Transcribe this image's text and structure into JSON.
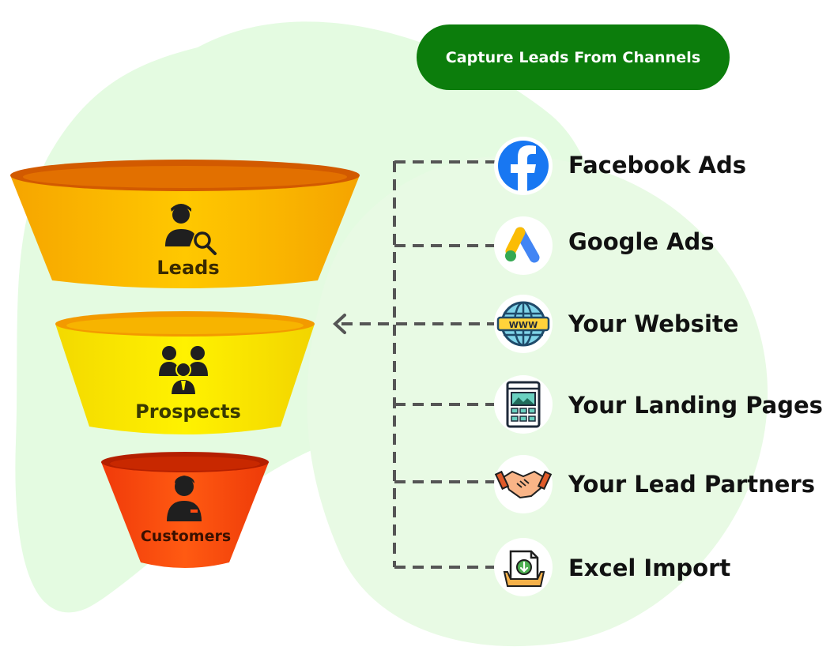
{
  "header": {
    "title": "Capture Leads From Channels"
  },
  "funnel": {
    "stages": [
      {
        "label": "Leads",
        "icon": "user-search-icon",
        "color": "#ffc000"
      },
      {
        "label": "Prospects",
        "icon": "group-icon",
        "color": "#ffee00"
      },
      {
        "label": "Customers",
        "icon": "customer-icon",
        "color": "#ff4a10"
      }
    ]
  },
  "channels": [
    {
      "label": "Facebook Ads",
      "icon": "facebook-icon"
    },
    {
      "label": "Google Ads",
      "icon": "google-ads-icon"
    },
    {
      "label": "Your Website",
      "icon": "globe-www-icon"
    },
    {
      "label": "Your Landing Pages",
      "icon": "landing-page-icon"
    },
    {
      "label": "Your Lead Partners",
      "icon": "handshake-icon"
    },
    {
      "label": "Excel Import",
      "icon": "excel-import-icon"
    }
  ],
  "colors": {
    "accent": "#0c7d0c",
    "blob": "#e6fbe3"
  }
}
